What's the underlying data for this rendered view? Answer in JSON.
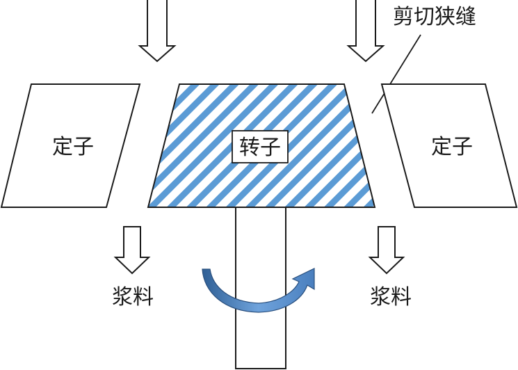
{
  "labels": {
    "stator_left": "定子",
    "stator_right": "定子",
    "rotor": "转子",
    "shear_gap": "剪切狭缝",
    "slurry_left": "浆料",
    "slurry_right": "浆料"
  },
  "colors": {
    "stroke": "#1a1a1a",
    "hatch_blue": "#5b9bd5",
    "rotation_arrow": "#5b8fc9",
    "rotation_arrow_dark": "#2f5f95",
    "background": "#ffffff"
  }
}
